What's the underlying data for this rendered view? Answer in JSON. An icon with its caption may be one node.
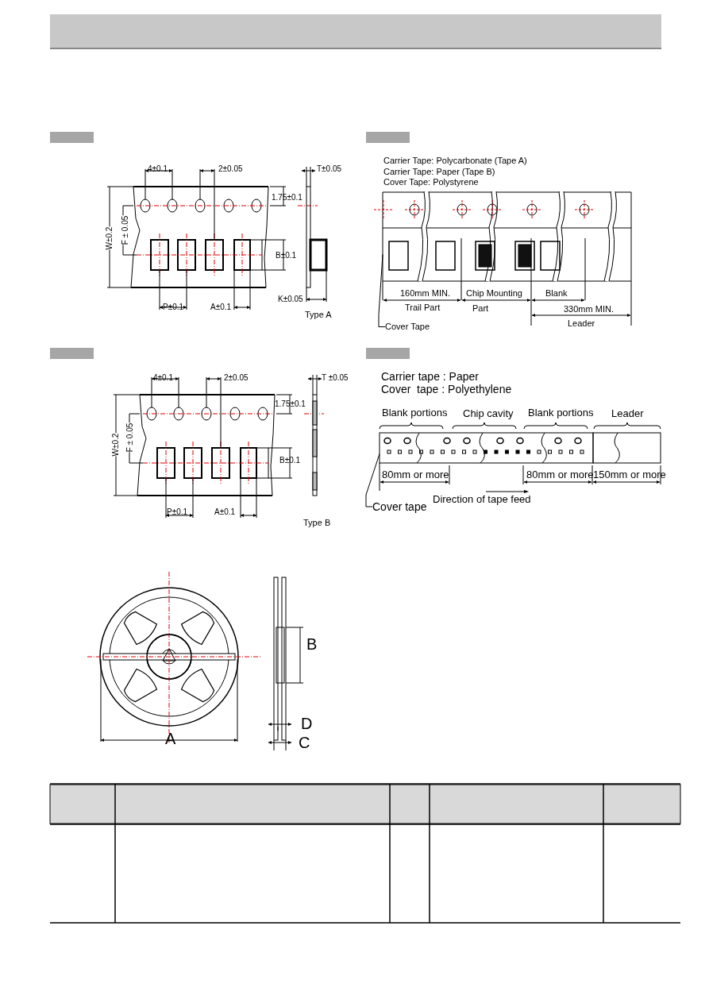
{
  "diagram": {
    "nodes": [
      {
        "text": [
          "Cover Tape"
        ]
      },
      {
        "text": [],
        "shape": "picture"
      },
      {
        "text": [
          "Cover tape"
        ]
      },
      {
        "text": [],
        "shape": "picture"
      }
    ],
    "edges": [
      {
        "from": 0,
        "to": 1,
        "arrow": "none"
      },
      {
        "from": 2,
        "to": 3,
        "arrow": "none"
      }
    ],
    "labels": [
      "4±0.1",
      "2±0.05",
      "T±0.05",
      "1.75±0.1",
      "W±0.2",
      "F ± 0.05",
      "B±0.1",
      "K±0.05",
      "P±0.1",
      "A±0.1",
      "Type A",
      "Carrier Tape: Polycarbonate (Tape A)",
      "Carrier Tape: Paper (Tape B)",
      "Cover Tape: Polystyrene",
      "160mm MIN.",
      "Chip Mounting",
      "Blank",
      "Trail Part",
      "Part",
      "330mm MIN.",
      "Leader",
      "4±0.1",
      "2±0.05",
      "T ±0.05",
      "1.75±0.1",
      "W±0.2",
      "F ± 0.05",
      "B±0.1",
      "P±0.1",
      "A±0.1",
      "Type B",
      "Carrier tape : Paper",
      "Cover  tape : Polyethylene",
      "Blank portions",
      "Chip cavity",
      "Blank portions",
      "Leader",
      "80mm or more",
      "80mm or more",
      "150mm or more",
      "Direction of tape feed",
      "B",
      "A",
      "D",
      "C"
    ]
  }
}
